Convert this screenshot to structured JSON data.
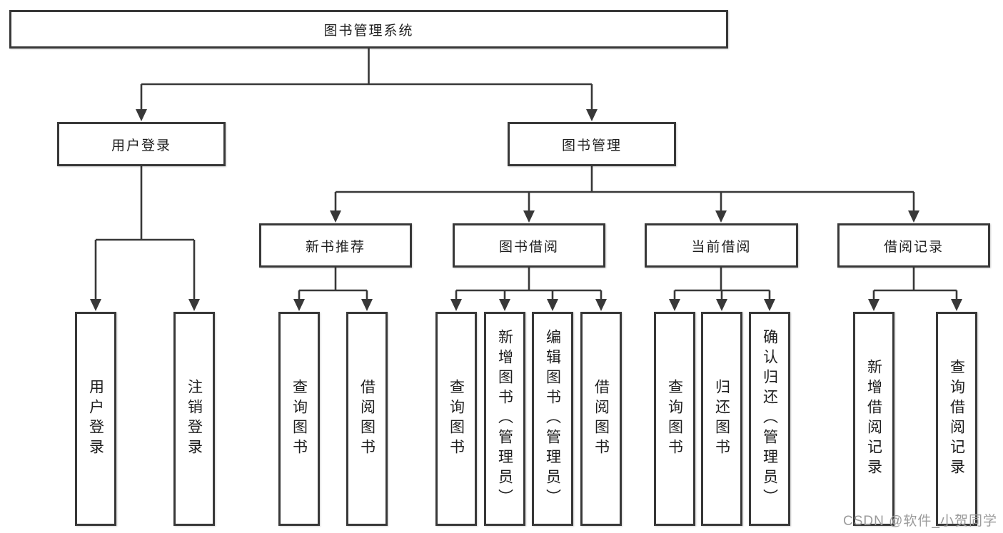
{
  "diagram_title": "图书管理系统",
  "tree": {
    "root": {
      "label": "图书管理系统",
      "children": [
        {
          "label": "用户登录",
          "children": [
            {
              "label": "用户登录"
            },
            {
              "label": "注销登录"
            }
          ]
        },
        {
          "label": "图书管理",
          "children": [
            {
              "label": "新书推荐",
              "children": [
                {
                  "label": "查询图书"
                },
                {
                  "label": "借阅图书"
                }
              ]
            },
            {
              "label": "图书借阅",
              "children": [
                {
                  "label": "查询图书"
                },
                {
                  "label": "新增图书（管理员）"
                },
                {
                  "label": "编辑图书（管理员）"
                },
                {
                  "label": "借阅图书"
                }
              ]
            },
            {
              "label": "当前借阅",
              "children": [
                {
                  "label": "查询图书"
                },
                {
                  "label": "归还图书"
                },
                {
                  "label": "确认归还（管理员）"
                }
              ]
            },
            {
              "label": "借阅记录",
              "children": [
                {
                  "label": "新增借阅记录"
                },
                {
                  "label": "查询借阅记录"
                }
              ]
            }
          ]
        }
      ]
    }
  },
  "watermark": {
    "text": "CSDN @软件_小贺同学"
  },
  "colors": {
    "line": "#383838",
    "box_border": "#383838",
    "text": "#1e1e1e",
    "background": "#ffffff",
    "watermark": "#9b9b9b"
  }
}
